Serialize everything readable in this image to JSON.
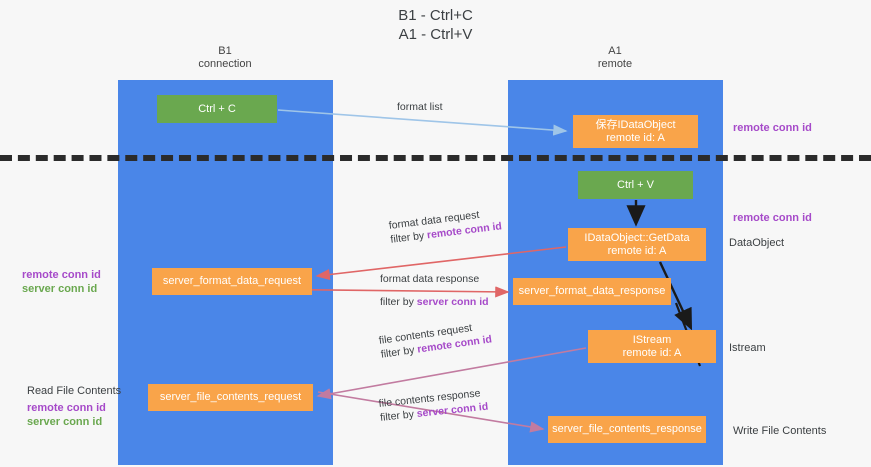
{
  "title": {
    "line1": "B1 - Ctrl+C",
    "line2": "A1 - Ctrl+V"
  },
  "lanes": [
    {
      "id": "b1",
      "name": "B1",
      "role": "connection",
      "color": "#4a86e8"
    },
    {
      "id": "a1",
      "name": "A1",
      "role": "remote",
      "color": "#4a86e8"
    }
  ],
  "colors": {
    "lane": "#4a86e8",
    "green_node": "#6aa84f",
    "orange_node": "#f9a44a",
    "remote_conn_id": "#a64ac9",
    "server_conn_id": "#6aa84f",
    "arrow_format_list": "#9fc5e8",
    "arrow_format_data": "#e06666",
    "arrow_file_contents": "#c27ba0",
    "arrow_black": "#1a1a1a",
    "divider": "#2b2b2b",
    "background": "#f7f7f7"
  },
  "nodes": {
    "ctrl_c": {
      "line1": "Ctrl + C"
    },
    "idataobject": {
      "line1": "保存IDataObject",
      "line2": "remote id: A"
    },
    "ctrl_v": {
      "line1": "Ctrl + V"
    },
    "getdata": {
      "line1": "IDataObject::GetData",
      "line2": "remote id: A"
    },
    "server_format_data_request": {
      "line1": "server_format_data_request"
    },
    "server_format_data_response": {
      "line1": "server_format_data_response"
    },
    "istream": {
      "line1": "IStream",
      "line2": "remote id: A"
    },
    "server_file_contents_request": {
      "line1": "server_file_contents_request"
    },
    "server_file_contents_response": {
      "line1": "server_file_contents_response"
    }
  },
  "edge_labels": {
    "format_list": {
      "row1": "format list",
      "row2": ""
    },
    "format_data_request": {
      "row1": "format data request",
      "filter_prefix": "filter by ",
      "filter_key": "remote conn id"
    },
    "format_data_response": {
      "row1": "format data response",
      "filter_prefix": "filter by ",
      "filter_key": "server conn id"
    },
    "file_contents_request": {
      "row1": "file contents request",
      "filter_prefix": "filter by ",
      "filter_key": "remote conn id"
    },
    "file_contents_response": {
      "row1": "file contents response",
      "filter_prefix": "filter by ",
      "filter_key": "server conn id"
    }
  },
  "annotations": {
    "right_remote_conn_id_top": "remote conn id",
    "right_remote_conn_id_mid": "remote conn id",
    "right_dataobject": "DataObject",
    "right_istream": "Istream",
    "right_write_file_contents": "Write File Contents",
    "left_remote_conn_id": "remote conn id",
    "left_server_conn_id": "server conn id",
    "left_read_file_contents": "Read File Contents",
    "left_remote_conn_id_2": "remote conn id",
    "left_server_conn_id_2": "server conn id"
  }
}
